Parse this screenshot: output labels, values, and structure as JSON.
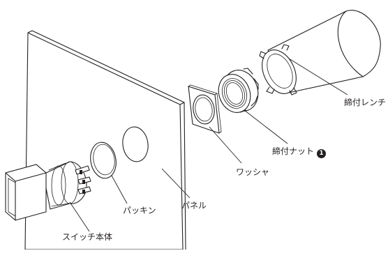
{
  "labels": {
    "wrench": "締付レンチ",
    "nut": "締付ナット",
    "nut_badge": "1",
    "washer": "ワッシャ",
    "panel": "パネル",
    "gasket": "パッキン",
    "switch_body": "スイッチ本体"
  }
}
